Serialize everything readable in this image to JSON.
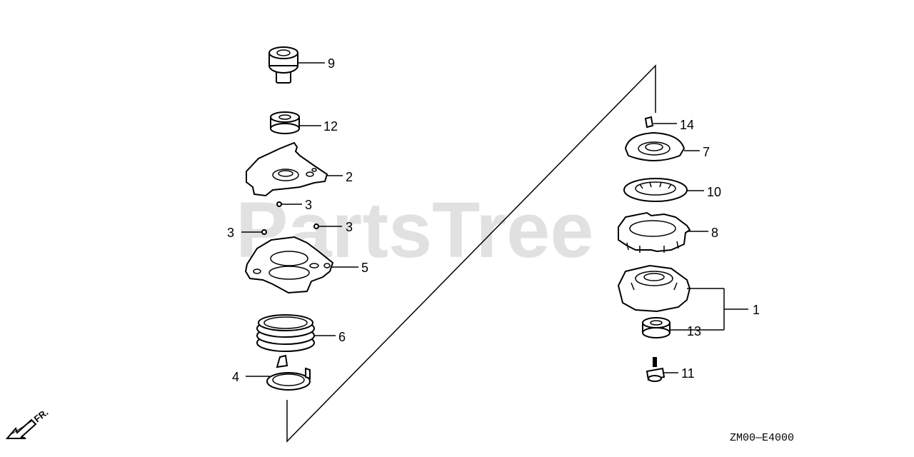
{
  "watermark": "PartsTree",
  "diagram_code": "ZM00—E4000",
  "direction_label": "FR.",
  "callouts": {
    "c1": "1",
    "c2": "2",
    "c3a": "3",
    "c3b": "3",
    "c3c": "3",
    "c4": "4",
    "c5": "5",
    "c6": "6",
    "c7": "7",
    "c8": "8",
    "c9": "9",
    "c10": "10",
    "c11": "11",
    "c12": "12",
    "c13": "13",
    "c14": "14"
  },
  "icons": [
    "front-direction-arrow-icon"
  ]
}
